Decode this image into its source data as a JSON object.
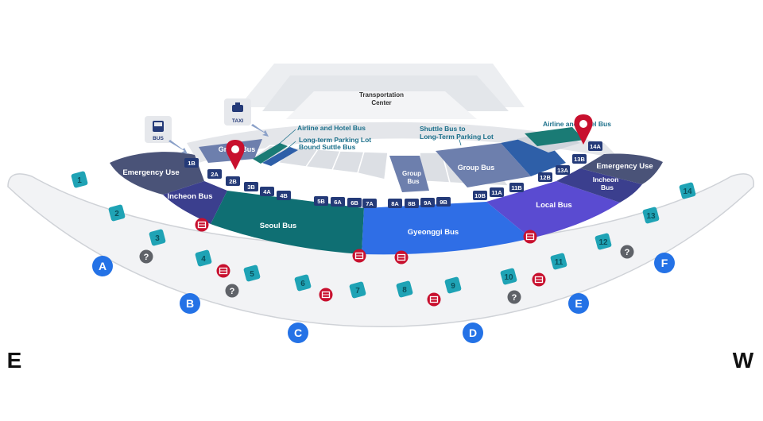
{
  "terminal": {
    "label_line1": "Transportation",
    "label_line2": "Center"
  },
  "compass": {
    "east": "E",
    "west": "W"
  },
  "icons": {
    "bus_label": "BUS",
    "taxi_label": "TAXI"
  },
  "zones": [
    {
      "id": "emergency-left",
      "label": "Emergency Use",
      "color": "#4a5378"
    },
    {
      "id": "incheon-left",
      "label": "Incheon Bus",
      "color": "#3b3f8e"
    },
    {
      "id": "seoul",
      "label": "Seoul Bus",
      "color": "#0f6f73"
    },
    {
      "id": "gyeonggi",
      "label": "Gyeonggi Bus",
      "color": "#2f6ee6"
    },
    {
      "id": "local",
      "label": "Local Bus",
      "color": "#5a4bd1"
    },
    {
      "id": "incheon-right",
      "label_line1": "Incheon",
      "label_line2": "Bus",
      "color": "#3b3f8e"
    },
    {
      "id": "emergency-right",
      "label": "Emergency Use",
      "color": "#4a5378"
    },
    {
      "id": "group-center",
      "label_line1": "Group",
      "label_line2": "Bus",
      "color": "#6d7fad"
    },
    {
      "id": "group-right",
      "label": "Group Bus",
      "color": "#6d7fad"
    },
    {
      "id": "group-left",
      "label": "Group Bus",
      "color": "#6d7fad"
    }
  ],
  "callouts": {
    "airline_hotel_left": "Airline and Hotel Bus",
    "long_term_line1": "Long-term Parking Lot",
    "long_term_line2": "Bound Suttle Bus",
    "shuttle_line1": "Shuttle Bus to",
    "shuttle_line2": "Long-Term Parking Lot",
    "airline_hotel_right": "Airline and Hotel Bus"
  },
  "bus_stops": [
    "1B",
    "2A",
    "2B",
    "3B",
    "4A",
    "4B",
    "5B",
    "6A",
    "6B",
    "7A",
    "8A",
    "8B",
    "9A",
    "9B",
    "10B",
    "11A",
    "11B",
    "12B",
    "13A",
    "13B",
    "14A"
  ],
  "gates_numbers": [
    "1",
    "2",
    "3",
    "4",
    "5",
    "6",
    "7",
    "8",
    "9",
    "10",
    "11",
    "12",
    "13",
    "14"
  ],
  "exits": [
    "A",
    "B",
    "C",
    "D",
    "E",
    "F"
  ],
  "info_symbol": "?",
  "colors": {
    "teal_gate": "#1fa3b5",
    "exit_blue": "#2472e6",
    "pin_red": "#c8102e",
    "bus_stop_navy": "#243a78",
    "callout_teal": "#1a6f8a"
  }
}
